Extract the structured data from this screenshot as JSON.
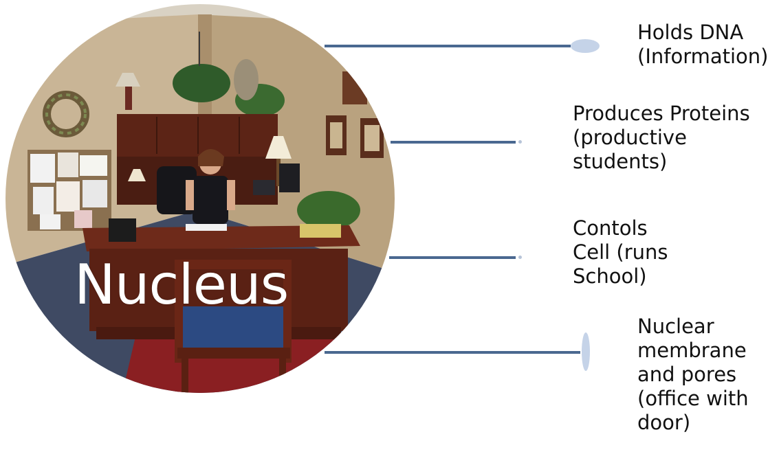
{
  "diagram": {
    "central_label": "Nucleus",
    "callouts": [
      {
        "id": "dna",
        "text": "Holds DNA\n(Information)"
      },
      {
        "id": "proteins",
        "text": "Produces Proteins\n(productive\nstudents)"
      },
      {
        "id": "controls",
        "text": "Contols\nCell (runs\nSchool)"
      },
      {
        "id": "membrane",
        "text": "Nuclear\nmembrane\nand pores\n(office with\ndoor)"
      }
    ],
    "colors": {
      "connector": "#4a6890",
      "node": "#c5d3e8",
      "label_text": "#ffffff"
    }
  }
}
